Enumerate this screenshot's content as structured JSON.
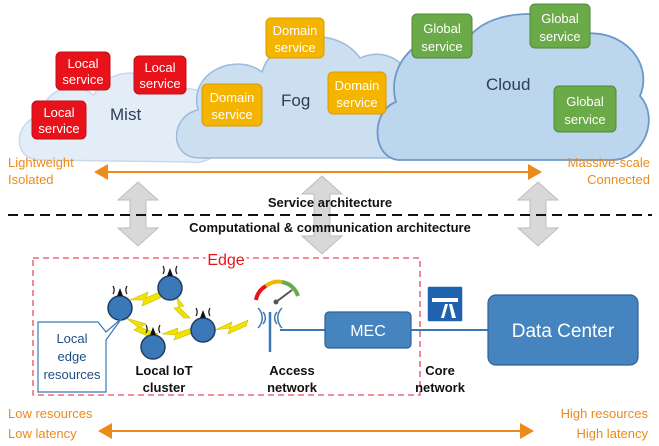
{
  "top": {
    "zones": {
      "mist": "Mist",
      "fog": "Fog",
      "cloud": "Cloud"
    },
    "services": {
      "local": [
        "Local",
        "service"
      ],
      "domain": [
        "Domain",
        "service"
      ],
      "global": [
        "Global",
        "service"
      ]
    },
    "left_labels": [
      "Lightweight",
      "Isolated"
    ],
    "right_labels": [
      "Massive-scale",
      "Connected"
    ]
  },
  "divider": {
    "service_architecture": "Service architecture",
    "computational_architecture": "Computational & communication architecture"
  },
  "bottom": {
    "edge_label": "Edge",
    "local_edge_resources": [
      "Local",
      "edge",
      "resources"
    ],
    "local_iot_cluster": [
      "Local IoT",
      "cluster"
    ],
    "access_network": [
      "Access",
      "network"
    ],
    "mec": "MEC",
    "core_network": [
      "Core",
      "network"
    ],
    "data_center": "Data Center",
    "left_labels": [
      "Low resources",
      "Low latency"
    ],
    "right_labels": [
      "High resources",
      "High latency"
    ]
  },
  "colors": {
    "local_service": "#e8121b",
    "domain_service": "#f5b400",
    "global_service": "#6aaa48",
    "cloud_fill": "#bcd6ee",
    "cloud_edge": "#6d97c8",
    "orange_text": "#ec8a1a",
    "edge_border": "#e84a5f",
    "node_blue": "#3b78b8",
    "box_blue": "#4584bf"
  }
}
